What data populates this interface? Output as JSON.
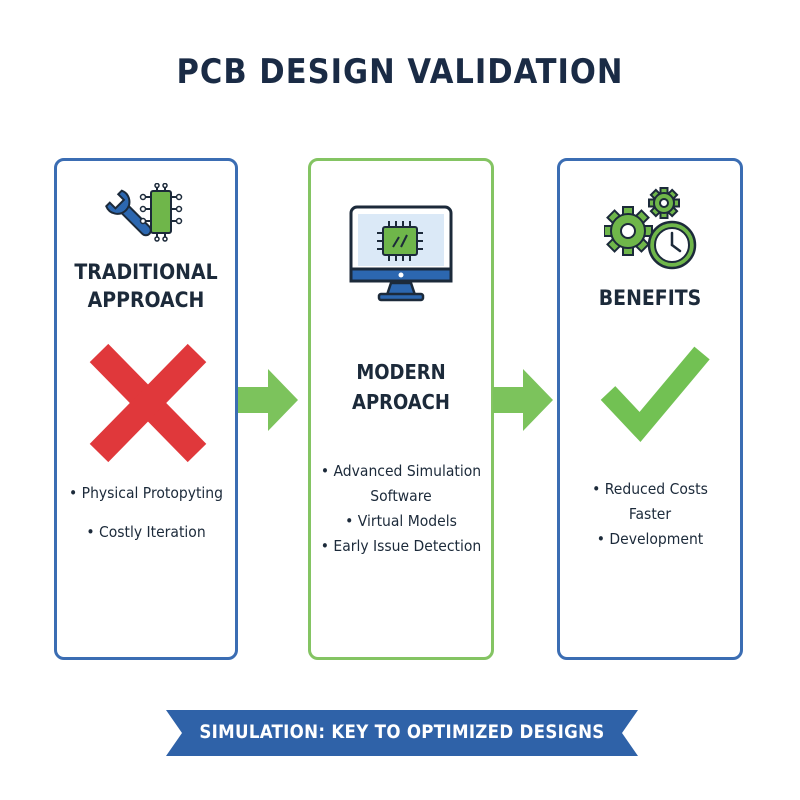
{
  "title": "PCB DESIGN VALIDATION",
  "panels": {
    "traditional": {
      "title_line1": "TRADITIONAL",
      "title_line2": "APPROACH",
      "items": [
        "• Physical Protopyting",
        "• Costly Iteration"
      ],
      "status_icon": "red-x-icon",
      "top_icon": "wrench-chip-icon"
    },
    "modern": {
      "title_line1": "MODERN",
      "title_line2": "APROACH",
      "items": [
        "• Advanced Simulation",
        "Software",
        "• Virtual Models",
        "• Early Issue Detection"
      ],
      "top_icon": "monitor-chip-icon"
    },
    "benefits": {
      "title": "BENEFITS",
      "items": [
        "• Reduced Costs",
        "Faster",
        "• Development"
      ],
      "status_icon": "green-check-icon",
      "top_icon": "gears-clock-icon"
    }
  },
  "banner": "SIMULATION: KEY TO OPTIMIZED DESIGNS",
  "colors": {
    "title": "#1a2b45",
    "blue_border": "#3b6db3",
    "green_border": "#84c463",
    "arrow": "#7cc35c",
    "cross": "#e0383b",
    "check": "#72c153",
    "banner": "#2f62a8"
  }
}
